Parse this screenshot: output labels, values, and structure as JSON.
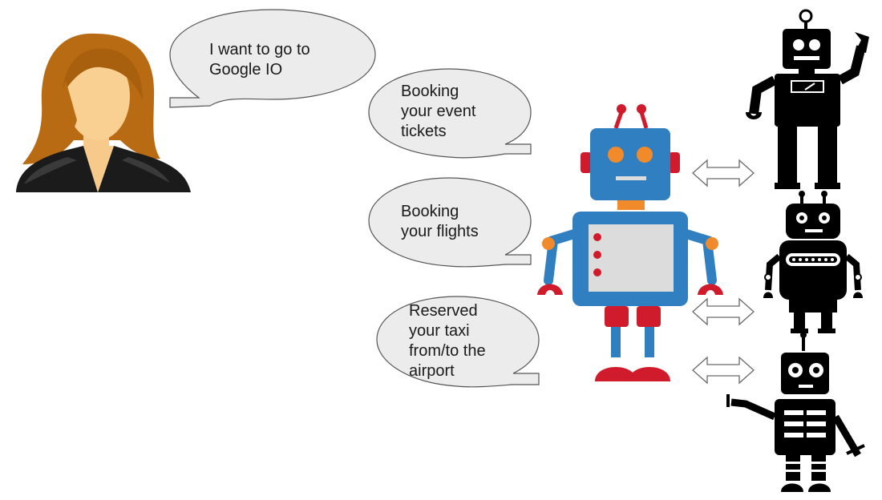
{
  "bubbles": {
    "user_request": "I want to go to\nGoogle IO",
    "event_tickets": "Booking\nyour event\ntickets",
    "flights": "Booking\nyour flights",
    "taxi": "Reserved\nyour taxi\nfrom/to the\nairport"
  },
  "colors": {
    "bubble_fill": "#ececec",
    "bubble_stroke": "#555555",
    "robot_blue": "#2f7fc1",
    "robot_red": "#cf1b2b",
    "robot_orange": "#f08a2b",
    "robot_panel": "#dcdcdc",
    "silhouette": "#000000",
    "hair": "#b86b12",
    "skin": "#f7c98a"
  },
  "icons": [
    "woman-avatar-icon",
    "orchestrator-robot-icon",
    "agent-robot-icon",
    "double-arrow-icon"
  ]
}
